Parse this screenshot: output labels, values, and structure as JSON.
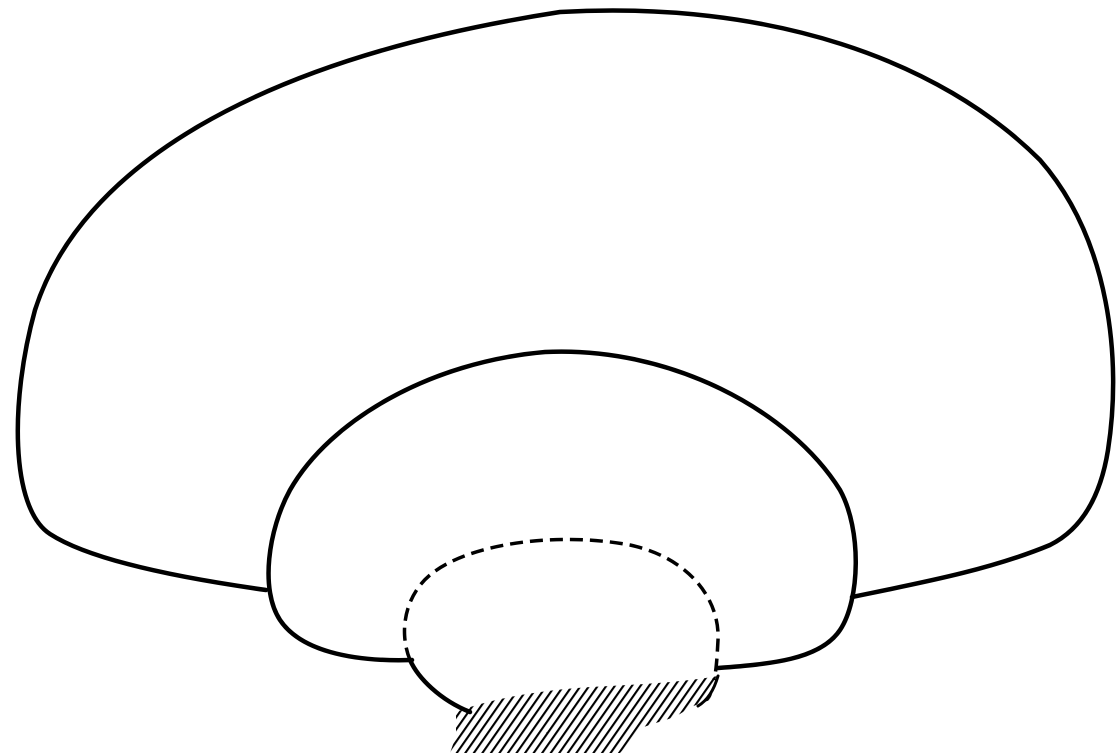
{
  "diagram": {
    "stroke_color": "#000000",
    "background_color": "#ffffff",
    "hatch_color": "#000000",
    "shapes": [
      {
        "name": "outer-dome",
        "line_style": "solid"
      },
      {
        "name": "middle-dome",
        "line_style": "solid"
      },
      {
        "name": "inner-oval",
        "line_style": "dashed"
      },
      {
        "name": "base-stalk",
        "line_style": "hatched"
      }
    ]
  }
}
